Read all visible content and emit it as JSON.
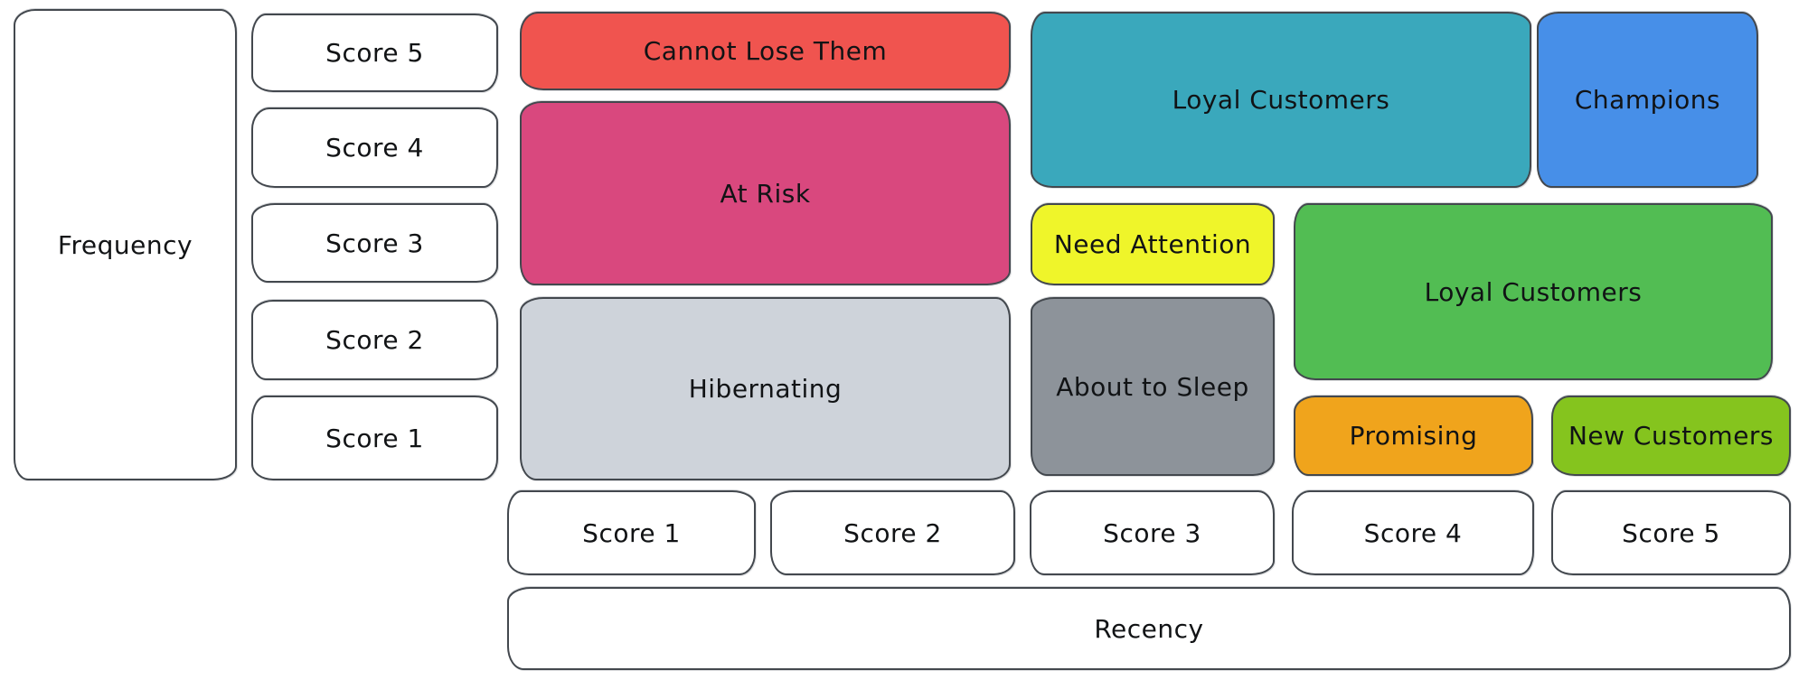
{
  "axes": {
    "frequency": {
      "label": "Frequency",
      "scores": [
        "Score 5",
        "Score 4",
        "Score 3",
        "Score 2",
        "Score 1"
      ]
    },
    "recency": {
      "label": "Recency",
      "scores": [
        "Score 1",
        "Score 2",
        "Score 3",
        "Score 4",
        "Score 5"
      ]
    }
  },
  "segments": [
    {
      "label": "Cannot Lose Them",
      "color": "#f0544f",
      "recency_scores": [
        1,
        2
      ],
      "frequency_scores": [
        5
      ]
    },
    {
      "label": "At Risk",
      "color": "#d9487e",
      "recency_scores": [
        1,
        2
      ],
      "frequency_scores": [
        3,
        4
      ]
    },
    {
      "label": "Hibernating",
      "color": "#ced3da",
      "recency_scores": [
        1,
        2
      ],
      "frequency_scores": [
        1,
        2
      ]
    },
    {
      "label": "Loyal Customers",
      "color": "#3aa8bc",
      "recency_scores": [
        3,
        4
      ],
      "frequency_scores": [
        4,
        5
      ]
    },
    {
      "label": "Champions",
      "color": "#478fe8",
      "recency_scores": [
        5
      ],
      "frequency_scores": [
        4,
        5
      ]
    },
    {
      "label": "Need Attention",
      "color": "#eff52a",
      "recency_scores": [
        3
      ],
      "frequency_scores": [
        3
      ]
    },
    {
      "label": "Loyal Customers",
      "color": "#52bd53",
      "recency_scores": [
        4,
        5
      ],
      "frequency_scores": [
        2,
        3
      ]
    },
    {
      "label": "About to Sleep",
      "color": "#8d939a",
      "recency_scores": [
        3
      ],
      "frequency_scores": [
        1,
        2
      ]
    },
    {
      "label": "Promising",
      "color": "#f0a41c",
      "recency_scores": [
        4
      ],
      "frequency_scores": [
        1
      ]
    },
    {
      "label": "New Customers",
      "color": "#85c41e",
      "recency_scores": [
        5
      ],
      "frequency_scores": [
        1
      ]
    }
  ],
  "stroke_color": "#43484e",
  "text_color": "#111315"
}
